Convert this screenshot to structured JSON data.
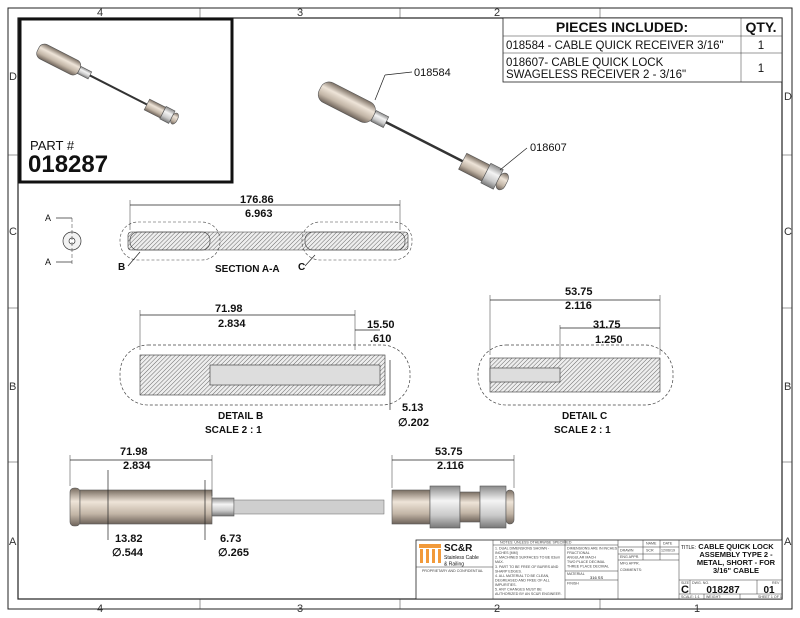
{
  "zones": {
    "columns": [
      "4",
      "3",
      "2",
      "1"
    ],
    "rows": [
      "D",
      "C",
      "B",
      "A"
    ]
  },
  "inset": {
    "part_label": "PART #",
    "part_number": "018287"
  },
  "pieces_table": {
    "header_item": "PIECES INCLUDED:",
    "header_qty": "QTY.",
    "rows": [
      {
        "item": "018584 - CABLE QUICK RECEIVER 3/16\"",
        "qty": "1"
      },
      {
        "item_line1": "018607- CABLE QUICK LOCK",
        "item_line2": "SWAGELESS RECEIVER 2 - 3/16\"",
        "qty": "1"
      }
    ]
  },
  "callouts": {
    "receiver": "018584",
    "lock": "018607"
  },
  "section": {
    "label": "SECTION A-A",
    "dim_mm": "176.86",
    "dim_in": "6.963",
    "marker_a": "A",
    "detail_b": "B",
    "detail_c": "C"
  },
  "detail_b": {
    "title": "DETAIL B",
    "scale": "SCALE 2 : 1",
    "dim1_mm": "71.98",
    "dim1_in": "2.834",
    "dim2_mm": "15.50",
    "dim2_in": ".610",
    "dim3_mm": "5.13",
    "dim3_in": "∅.202"
  },
  "detail_c": {
    "title": "DETAIL C",
    "scale": "SCALE 2 : 1",
    "dim1_mm": "53.75",
    "dim1_in": "2.116",
    "dim2_mm": "31.75",
    "dim2_in": "1.250"
  },
  "assembly": {
    "dim1_mm": "71.98",
    "dim1_in": "2.834",
    "dim2_mm": "53.75",
    "dim2_in": "2.116",
    "dim3_mm": "13.82",
    "dim3_in": "∅.544",
    "dim4_mm": "6.73",
    "dim4_in": "∅.265"
  },
  "title_block": {
    "logo_text": "SC&R",
    "logo_sub1": "Stainless Cable",
    "logo_sub2": "& Railing",
    "proprietary": "PROPRIETARY AND CONFIDENTIAL",
    "notes_header": "NOTES: UNLESS OTHERWISE SPECIFIED",
    "notes": [
      "1. DUAL DIMENSIONS SHOWN - INCHES [MM]",
      "2. MACHINED SURFACES TO BE 63um MAX.",
      "3. PART TO BE FREE OF BURRS AND SHARP EDGES.",
      "4. ALL MATERIAL TO BE CLEAN, DEGREASED AND FREE OF ALL IMPURITIES.",
      "5. ANY CHANGES MUST BE AUTHORIZED BY AN SC&R ENGINEER."
    ],
    "tolerance_lines": [
      "DIMENSIONS ARE IN INCHES",
      "FRACTIONAL",
      "ANGULAR MACH",
      "TWO PLACE DECIMAL",
      "THREE PLACE DECIMAL"
    ],
    "material_label": "MATERIAL",
    "material": "316 SS",
    "finish_label": "FINISH",
    "name_header": "NAME",
    "date_header": "DATE",
    "drawn_label": "DRAWN",
    "drawn_name": "SCR",
    "drawn_date": "12/06/19",
    "eng_appr": "ENG APPR.",
    "mfg_appr": "MFG APPR.",
    "comments": "COMMENTS:",
    "title_label": "TITLE:",
    "title_lines": [
      "CABLE QUICK LOCK",
      "ASSEMBLY TYPE 2 -",
      "METAL, SHORT - FOR",
      "3/16\" CABLE"
    ],
    "size_label": "SIZE",
    "size": "C",
    "dwg_label": "DWG. NO.",
    "dwg_no": "018287",
    "rev_label": "REV",
    "rev": "01",
    "scale": "SCALE: 1:1",
    "weight": "WEIGHT:",
    "sheet": "SHEET 1 OF 1"
  },
  "colors": {
    "logo_orange": "#f29a3a",
    "line": "#222222"
  }
}
